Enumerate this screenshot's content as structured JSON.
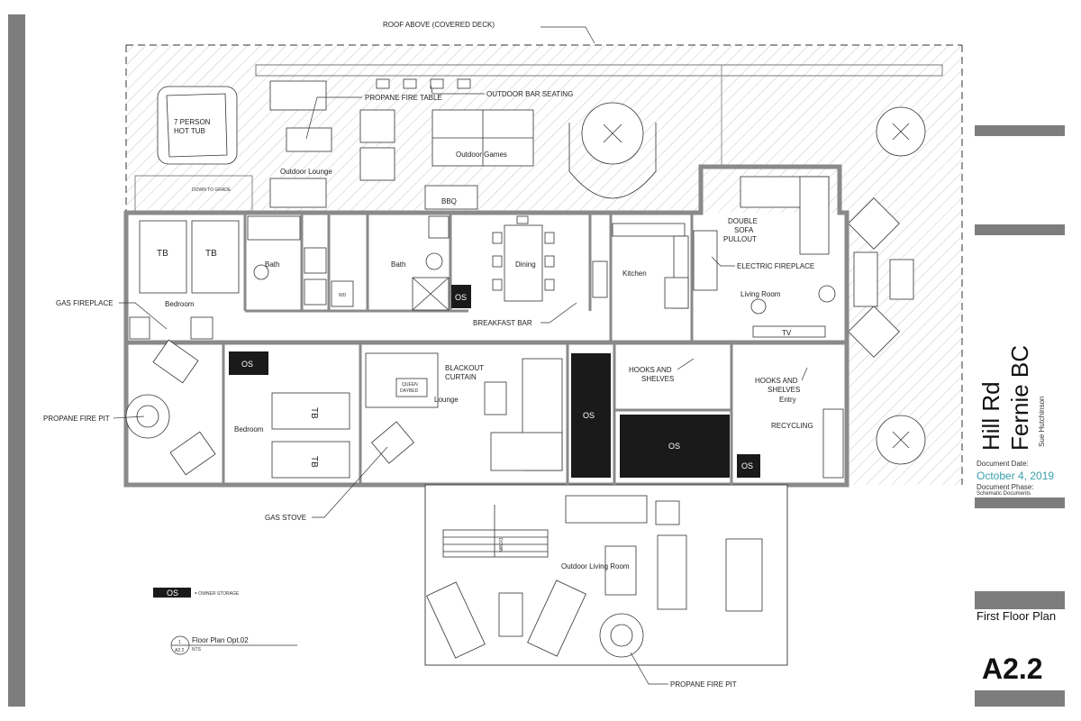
{
  "labels": {
    "roof": "ROOF ABOVE (COVERED DECK)",
    "hot_tub": "7 PERSON HOT TUB",
    "hot_tub_line1": "7 PERSON",
    "hot_tub_line2": "HOT TUB",
    "fire_table": "PROPANE FIRE TABLE",
    "bar_seating": "OUTDOOR BAR SEATING",
    "outdoor_lounge": "Outdoor Lounge",
    "outdoor_games": "Outdoor Games",
    "down_to_grade": "DOWN TO GRADE",
    "bbq": "BBQ",
    "bedroom_1": "Bedroom",
    "tb": "TB",
    "bath_1": "Bath",
    "bath_2": "Bath",
    "wd": "WD",
    "dining": "Dining",
    "kitchen": "Kitchen",
    "double_sofa_1": "DOUBLE",
    "double_sofa_2": "SOFA",
    "double_sofa_3": "PULLOUT",
    "electric_fireplace": "ELECTRIC FIREPLACE",
    "living_room": "Living Room",
    "tv": "TV",
    "gas_fireplace": "GAS FIREPLACE",
    "breakfast_bar": "BREAKFAST BAR",
    "os": "OS",
    "blackout_1": "BLACKOUT",
    "blackout_2": "CURTAIN",
    "queen_1": "QUEEN",
    "queen_2": "DAYBED",
    "lounge": "Lounge",
    "hooks_1": "HOOKS AND",
    "hooks_2": "SHELVES",
    "entry": "Entry",
    "recycling": "RECYCLING",
    "fire_pit_left": "PROPANE FIRE PIT",
    "bedroom_2": "Bedroom",
    "gas_stove": "GAS STOVE",
    "down": "DOWN",
    "outdoor_living": "Outdoor Living Room",
    "fire_pit_bottom": "PROPANE FIRE PIT",
    "legend_text": "= OWNER STORAGE",
    "view_number": "1",
    "view_sheet": "A2.2",
    "view_title": "Floor Plan Opt.02",
    "view_scale": "NTS"
  },
  "title_block": {
    "project_line1": "Hill Rd",
    "project_line2": "Fernie BC",
    "author": "Sue Hutchinson",
    "date_label": "Document Date:",
    "date_value": "October 4, 2019",
    "phase_label": "Document Phase:",
    "phase_value": "Schematic Documents",
    "sheet_title": "First Floor Plan",
    "sheet_number": "A2.2"
  },
  "colors": {
    "date_accent": "#3aa0a8",
    "bar_gray": "#7d7d7d",
    "storage_fill": "#1a1a1a"
  }
}
